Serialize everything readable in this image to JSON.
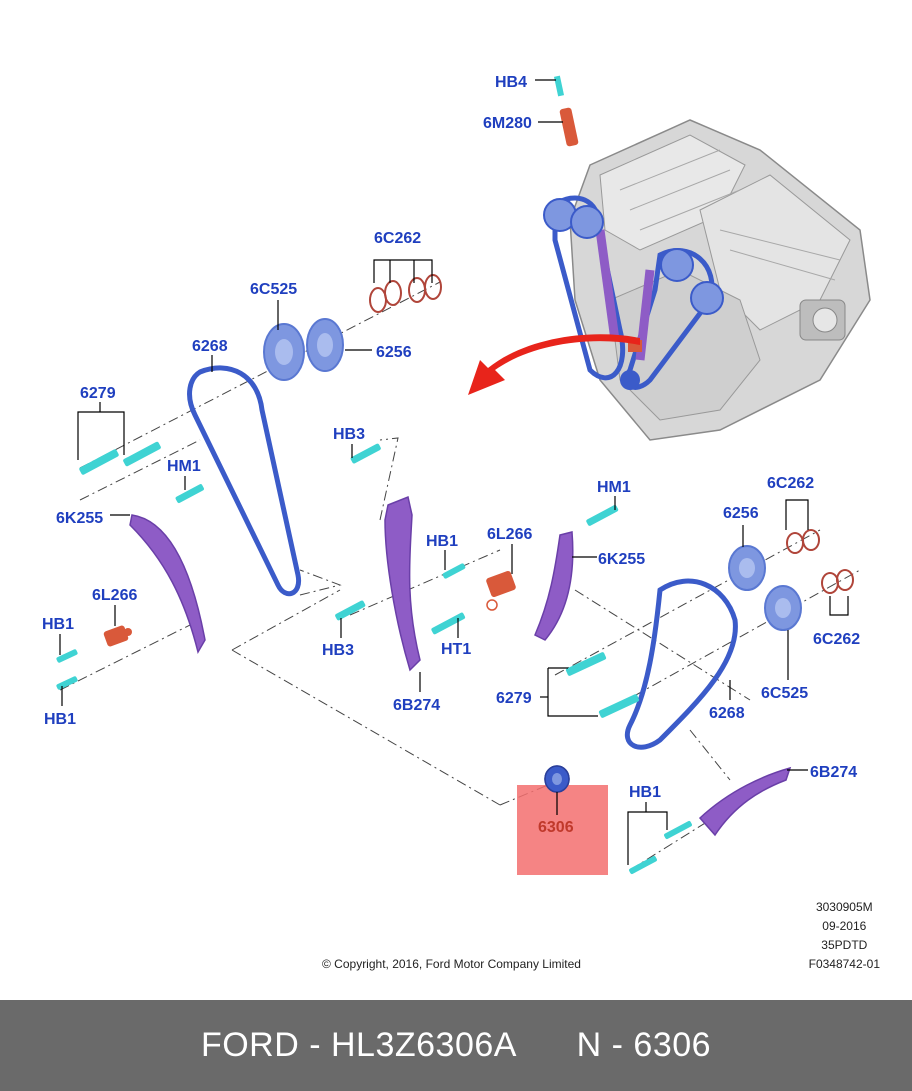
{
  "callouts": {
    "hb4": "HB4",
    "m280": "6M280",
    "c262_top": "6C262",
    "c525_left": "6C525",
    "n6256_left": "6256",
    "n6268_left": "6268",
    "n6279_left": "6279",
    "hm1_left": "HM1",
    "k255_left": "6K255",
    "l266_left": "6L266",
    "hb1_left_top": "HB1",
    "hb1_left_bottom": "HB1",
    "hb3_top": "HB3",
    "hb3_bottom": "HB3",
    "b274_mid": "6B274",
    "hb1_mid": "HB1",
    "ht1": "HT1",
    "l266_mid": "6L266",
    "hm1_right": "HM1",
    "k255_right": "6K255",
    "n6256_right": "6256",
    "c262_right_top": "6C262",
    "c262_right_bottom": "6C262",
    "c525_right": "6C525",
    "n6279_right": "6279",
    "n6268_right": "6268",
    "b274_right": "6B274",
    "hb1_right": "HB1",
    "n6306": "6306"
  },
  "colors": {
    "callout": "#1f3fbf",
    "highlight": "#f36e6e",
    "chain": "#3b5bc9",
    "guide": "#8e5cc6",
    "bolt": "#3fd3d3",
    "tensioner": "#d9593a",
    "sprocket": "#7e97e0",
    "arrow": "#e8241b",
    "footer_bg": "#6a6a6a"
  },
  "meta": {
    "line1": "3030905M",
    "line2": "09-2016",
    "line3": "35PDTD",
    "line4": "F0348742-01"
  },
  "copyright": "© Copyright, 2016, Ford Motor Company Limited",
  "footer": {
    "left": "FORD - HL3Z6306A",
    "right": "N - 6306"
  }
}
